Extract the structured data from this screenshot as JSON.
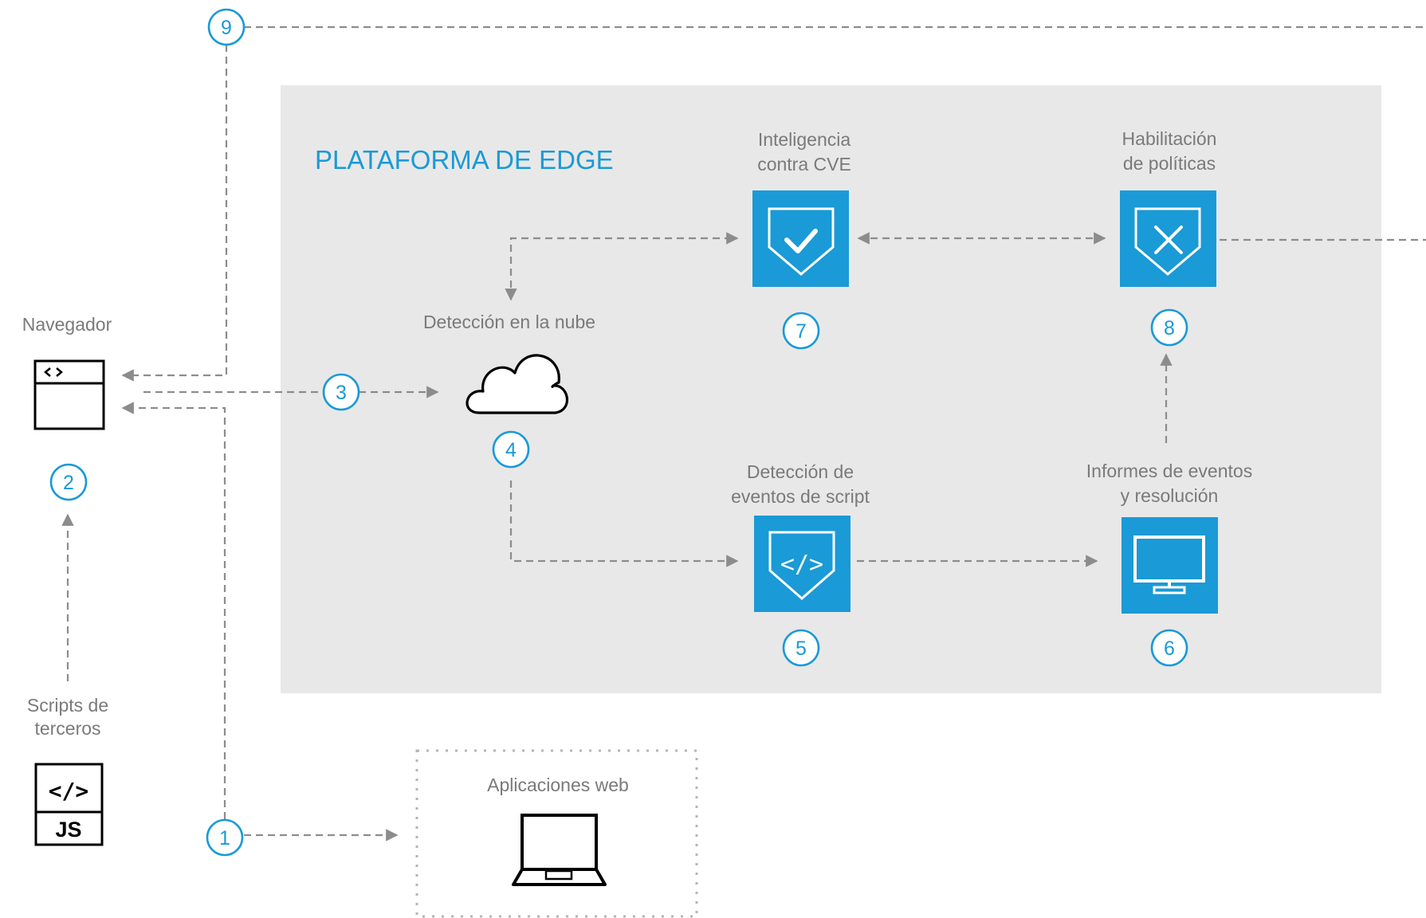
{
  "platform": {
    "title": "PLATAFORMA DE EDGE"
  },
  "colors": {
    "accent": "#1a9ad6",
    "panel": "#e8e8e8",
    "connector": "#8c8c8c",
    "label": "#7a7a7a"
  },
  "nodes": {
    "navegador": {
      "label": "Navegador",
      "icon": "browser-window-icon"
    },
    "scripts": {
      "label1": "Scripts de",
      "label2": "terceros",
      "icon": "js-script-icon",
      "icon_text_top": "</>",
      "icon_text_bottom": "JS"
    },
    "deteccion_nube": {
      "label": "Detección en la nube",
      "icon": "cloud-icon"
    },
    "inteligencia_cve": {
      "label1": "Inteligencia",
      "label2": "contra CVE",
      "icon": "shield-check-icon"
    },
    "habilitacion": {
      "label1": "Habilitación",
      "label2": "de políticas",
      "icon": "shield-x-icon"
    },
    "deteccion_script": {
      "label1": "Detección de",
      "label2": "eventos de script",
      "icon": "shield-code-icon",
      "icon_text": "</>"
    },
    "informes": {
      "label1": "Informes de eventos",
      "label2": "y resolución",
      "icon": "monitor-icon"
    },
    "apps_web": {
      "label": "Aplicaciones web",
      "icon": "laptop-icon"
    }
  },
  "steps": [
    "1",
    "2",
    "3",
    "4",
    "5",
    "6",
    "7",
    "8",
    "9"
  ]
}
